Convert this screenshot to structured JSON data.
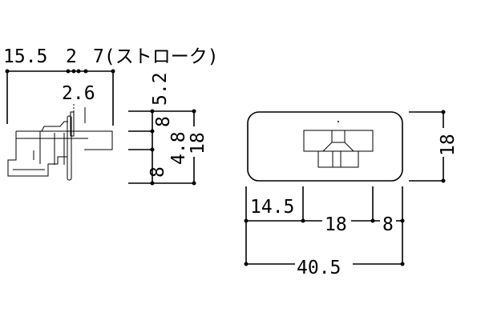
{
  "side_view": {
    "dims_top": [
      "15.5",
      "2",
      "7(ストローク)"
    ],
    "dim_small": "2.6",
    "dims_vertical": [
      "5.2",
      "8",
      "4.8",
      "18",
      "8"
    ]
  },
  "front_view": {
    "dim_height": "18",
    "dims_bottom": [
      "14.5",
      "18",
      "8"
    ],
    "dim_total": "40.5"
  }
}
